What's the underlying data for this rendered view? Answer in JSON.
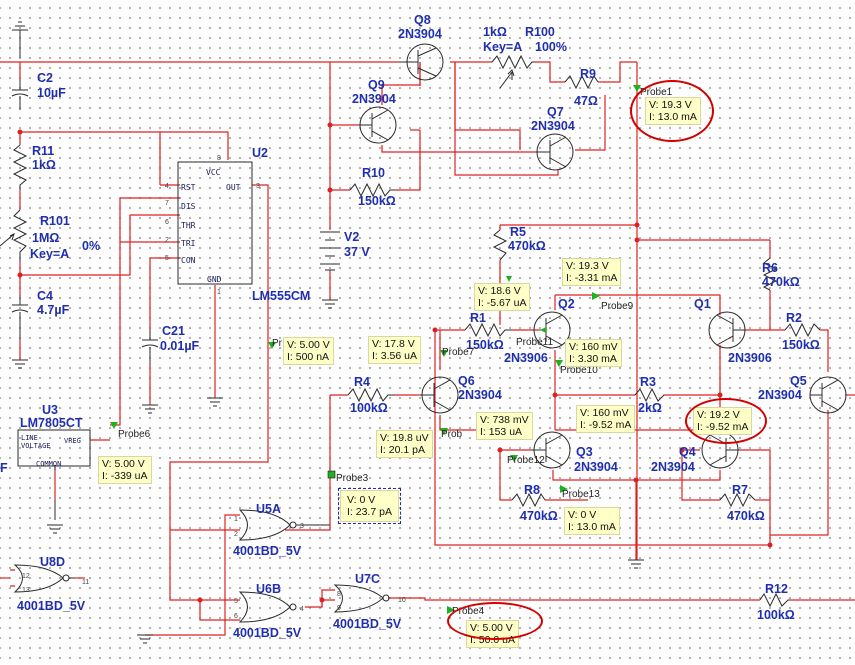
{
  "components": {
    "C2": {
      "ref": "C2",
      "value": "10µF"
    },
    "R11": {
      "ref": "R11",
      "value": "1kΩ"
    },
    "R101": {
      "ref": "R101",
      "value": "1MΩ",
      "key": "Key=A",
      "percent": "0%"
    },
    "C4": {
      "ref": "C4",
      "value": "4.7µF"
    },
    "U2": {
      "ref": "U2",
      "part": "LM555CM",
      "pins": [
        "VCC",
        "RST",
        "DIS",
        "THR",
        "TRI",
        "CON",
        "GND",
        "OUT"
      ]
    },
    "C21": {
      "ref": "C21",
      "value": "0.01µF"
    },
    "U3": {
      "ref": "U3",
      "part": "LM7805CT",
      "pins": [
        "LINE VOLTAGE",
        "VREG",
        "COMMON"
      ]
    },
    "Q8": {
      "ref": "Q8",
      "part": "2N3904"
    },
    "Q9": {
      "ref": "Q9",
      "part": "2N3904"
    },
    "R100": {
      "ref": "R100",
      "value": "1kΩ",
      "key": "Key=A",
      "percent": "100%"
    },
    "R9": {
      "ref": "R9",
      "value": "47Ω"
    },
    "Q7": {
      "ref": "Q7",
      "part": "2N3904"
    },
    "R10": {
      "ref": "R10",
      "value": "150kΩ"
    },
    "V2": {
      "ref": "V2",
      "value": "37 V"
    },
    "R5": {
      "ref": "R5",
      "value": "470kΩ"
    },
    "R6": {
      "ref": "R6",
      "value": "470kΩ"
    },
    "R1": {
      "ref": "R1",
      "value": "150kΩ"
    },
    "Q2": {
      "ref": "Q2",
      "part": "2N3906"
    },
    "Q1": {
      "ref": "Q1",
      "part": "2N3906"
    },
    "R2": {
      "ref": "R2",
      "value": "150kΩ"
    },
    "R4": {
      "ref": "R4",
      "value": "100kΩ"
    },
    "Q6": {
      "ref": "Q6",
      "part": "2N3904"
    },
    "R3": {
      "ref": "R3",
      "value": "2kΩ"
    },
    "Q5": {
      "ref": "Q5",
      "part": "2N3904"
    },
    "Q3": {
      "ref": "Q3",
      "part": "2N3904"
    },
    "Q4": {
      "ref": "Q4",
      "part": "2N3904"
    },
    "R8": {
      "ref": "R8",
      "value": "470kΩ"
    },
    "R7": {
      "ref": "R7",
      "value": "470kΩ"
    },
    "U5A": {
      "ref": "U5A",
      "part": "4001BD_5V"
    },
    "U8D": {
      "ref": "U8D",
      "part": "4001BD_5V"
    },
    "U6B": {
      "ref": "U6B",
      "part": "4001BD_5V"
    },
    "U7C": {
      "ref": "U7C",
      "part": "4001BD_5V"
    },
    "R12": {
      "ref": "R12",
      "value": "100kΩ"
    }
  },
  "pin_numbers": {
    "u2_vcc": "8",
    "u2_rst": "4",
    "u2_dis": "7",
    "u2_thr": "6",
    "u2_tri": "2",
    "u2_con": "5",
    "u2_gnd": "1",
    "u2_out": "3",
    "u8d_in1": "12",
    "u8d_in2": "13",
    "u8d_out": "11",
    "u5a_in1": "1",
    "u5a_in2": "2",
    "u5a_out": "3",
    "u6b_in1": "5",
    "u6b_in2": "6",
    "u6b_out": "4",
    "u7c_in1": "8",
    "u7c_in2": "9",
    "u7c_out": "10"
  },
  "probes": [
    {
      "name": "Probe1",
      "v": "V: 19.3 V",
      "i": "I: 13.0 mA",
      "highlighted": true
    },
    {
      "name": "Probe9",
      "v": "V: 19.3 V",
      "i": "I: -3.31 mA"
    },
    {
      "name": "Probe11",
      "v": "V: 18.6 V",
      "i": "I: -5.67 uA"
    },
    {
      "name": "Probe7",
      "v": "V: 17.8 V",
      "i": "I: 3.56 uA"
    },
    {
      "name": "Pr",
      "v": "V: 5.00 V",
      "i": "I: 500 nA"
    },
    {
      "name": "Probe10",
      "v": "V: 160 mV",
      "i": "I: 3.30 mA"
    },
    {
      "name": "",
      "v": "V: 160 mV",
      "i": "I: -9.52 mA"
    },
    {
      "name": "",
      "v": "V: 19.2 V",
      "i": "I: -9.52 mA",
      "highlighted": true
    },
    {
      "name": "Prob",
      "v": "V: 738 mV",
      "i": "I: 153 uA"
    },
    {
      "name": "Probe12",
      "v": "V: 19.8 uV",
      "i": "I: 20.1 pA"
    },
    {
      "name": "Probe6",
      "v": "V: 5.00 V",
      "i": "I: -339 uA"
    },
    {
      "name": "Probe3",
      "v": "V: 0 V",
      "i": "I: 23.7 pA",
      "selected": true
    },
    {
      "name": "Probe13",
      "v": "V: 0 V",
      "i": "I: 13.0 mA"
    },
    {
      "name": "Probe4",
      "v": "V: 5.00 V",
      "i": "I: 50.0 uA",
      "highlighted": true
    }
  ],
  "misc": {
    "edge_letter": "F"
  },
  "colors": {
    "wire": "#e02020",
    "part": "#1f2fb0",
    "body": "#2a2a2a",
    "probe_bg": "#ffffc8",
    "highlight": "#d40000",
    "probe_arrow": "#20b020"
  }
}
